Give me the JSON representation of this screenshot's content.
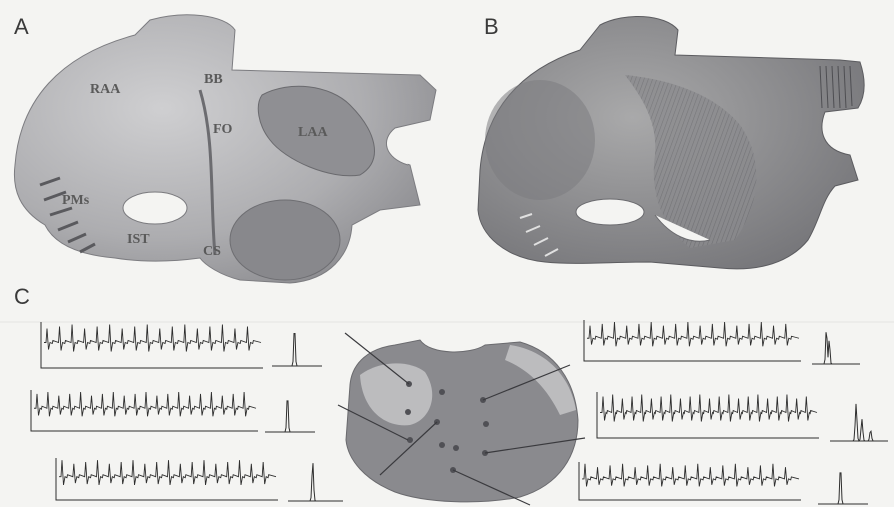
{
  "panels": {
    "a": "A",
    "b": "B",
    "c": "C"
  },
  "anatomy": {
    "raa": "RAA",
    "bb": "BB",
    "fo": "FO",
    "laa": "LAA",
    "pms": "PMs",
    "ist": "IST",
    "cs": "CS"
  },
  "colors": {
    "heart_fill": "#b4b4b6",
    "heart_shade": "#8e8e92",
    "trace": "#2e2e2e",
    "background": "#f4f4f2"
  },
  "electrograms": [
    {
      "id": "left-1",
      "beats": 17,
      "spectrum": "single-peak"
    },
    {
      "id": "left-2",
      "beats": 20,
      "spectrum": "single-peak"
    },
    {
      "id": "left-3",
      "beats": 18,
      "spectrum": "single-peak"
    },
    {
      "id": "right-1",
      "beats": 17,
      "spectrum": "double-peak"
    },
    {
      "id": "right-2",
      "beats": 22,
      "spectrum": "broad-peaks"
    },
    {
      "id": "right-3",
      "beats": 17,
      "spectrum": "single-peak"
    }
  ]
}
